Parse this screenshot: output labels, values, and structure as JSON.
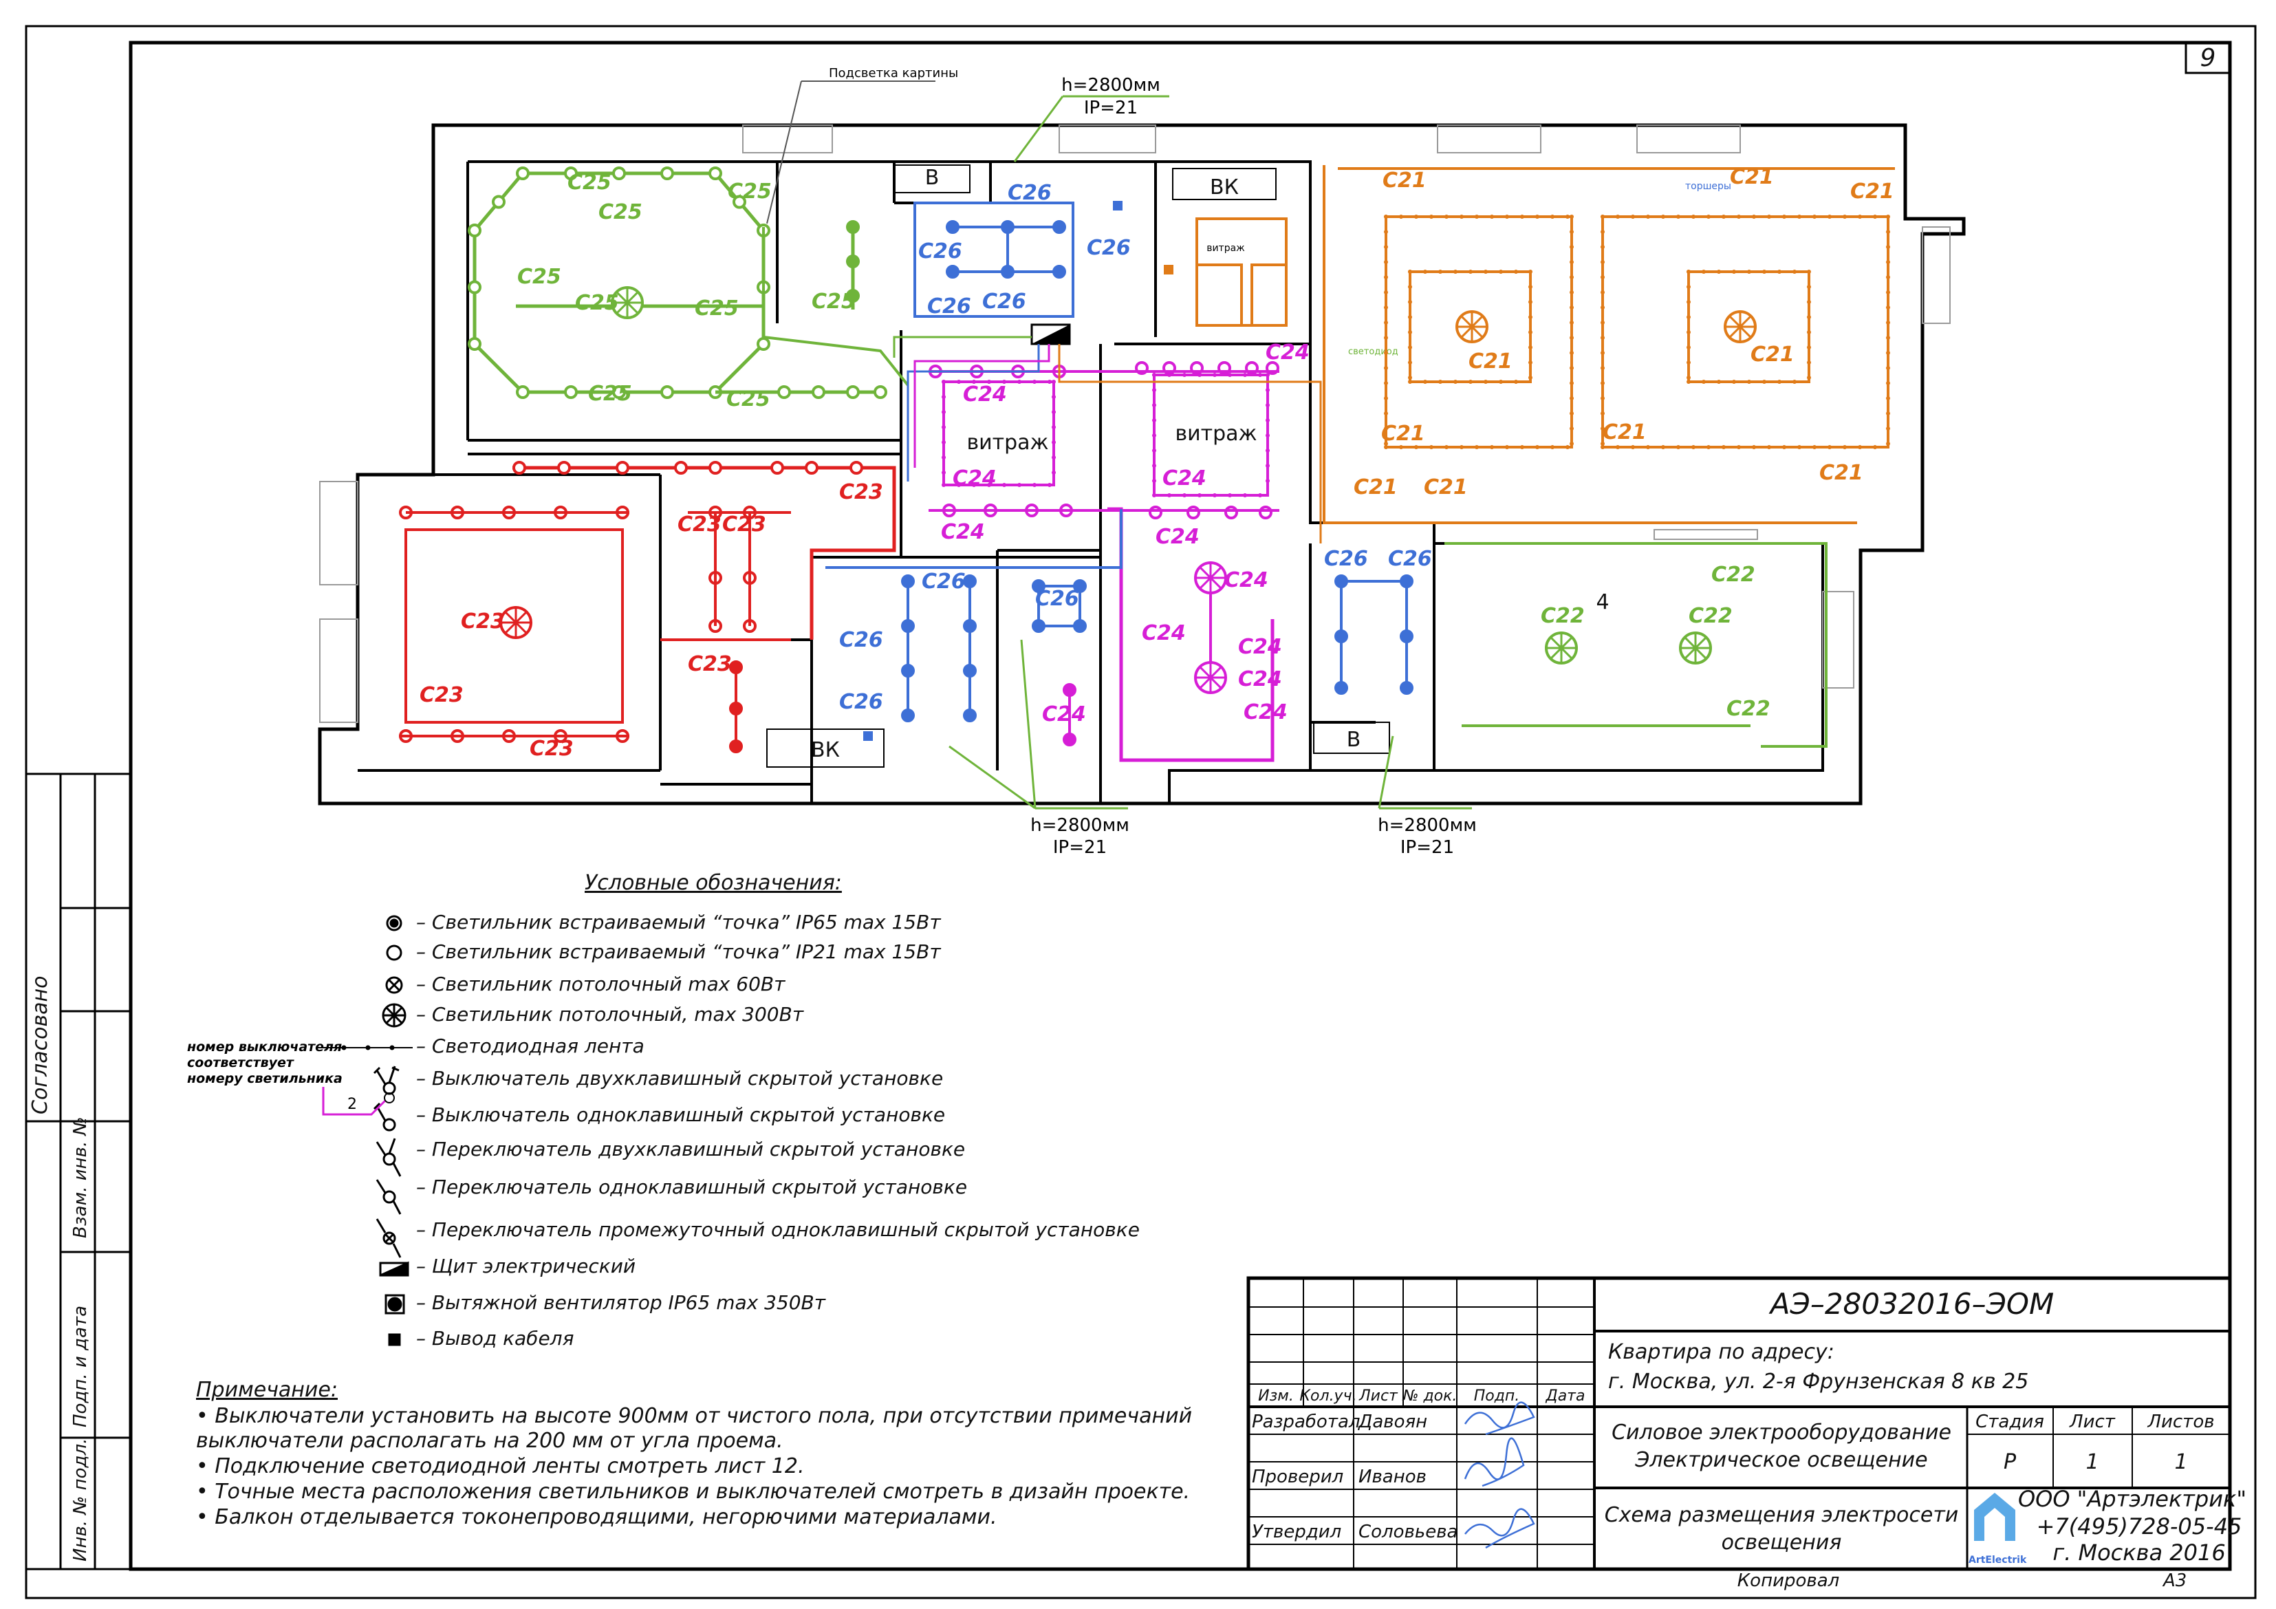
{
  "sheet": {
    "number": "9",
    "format": "А3",
    "copied": "Копировал"
  },
  "agreed_label": "Согласовано",
  "side_stamp": [
    "Взам. инв. №",
    "Подп. и дата",
    "Инв. № подл."
  ],
  "plan": {
    "callouts": [
      {
        "h": "h=2800мм",
        "ip": "IP=21"
      },
      {
        "h": "h=2800мм",
        "ip": "IP=21"
      },
      {
        "h": "h=2800мм",
        "ip": "IP=21"
      }
    ],
    "picture_light_label": "Подсветка картины",
    "rooms": {
      "v1": "В",
      "vk1": "ВК",
      "vk2": "ВК",
      "v2": "В",
      "vitrazh1": "витраж",
      "vitrazh2": "витраж",
      "vitrazh3": "витраж",
      "room4": "4",
      "torshery": "торшеры",
      "led": "светодиод"
    },
    "circuit_colors": {
      "c21": "#e07b18",
      "c22": "#6fb43a",
      "c23": "#e02020",
      "c24": "#d61ed6",
      "c25": "#6fb43a",
      "c26": "#3d6fd6"
    },
    "circuits": {
      "c21": "С21",
      "c22": "С22",
      "c23": "С23",
      "c24": "С24",
      "c25": "С25",
      "c26": "С26"
    },
    "panel_icon": "electrical-panel-icon"
  },
  "legend": {
    "title": "Условные обозначения:",
    "items": [
      {
        "icon": "recessed-spot-ip65-icon",
        "text": "– Светильник встраиваемый “точка” IP65 max 15Вт"
      },
      {
        "icon": "recessed-spot-ip21-icon",
        "text": "– Светильник встраиваемый “точка” IP21 max 15Вт"
      },
      {
        "icon": "ceiling-lamp-60w-icon",
        "text": "– Светильник потолочный max 60Вт"
      },
      {
        "icon": "ceiling-lamp-300w-icon",
        "text": "– Светильник потолочный, max 300Вт"
      },
      {
        "icon": "led-strip-icon",
        "text": "– Светодиодная лента"
      },
      {
        "icon": "switch-double-icon",
        "text": "– Выключатель двухклавишный  скрытой установке"
      },
      {
        "icon": "switch-single-icon",
        "text": "– Выключатель одноклавишный  скрытой установке"
      },
      {
        "icon": "changeover-double-icon",
        "text": "– Переключатель двухклавишный  скрытой установке"
      },
      {
        "icon": "changeover-single-icon",
        "text": "– Переключатель одноклавишный  скрытой установке"
      },
      {
        "icon": "intermediate-switch-icon",
        "text": "– Переключатель промежуточный одноклавишный скрытой установке"
      },
      {
        "icon": "electrical-panel-icon",
        "text": "– Щит электрический"
      },
      {
        "icon": "exhaust-fan-icon",
        "text": "– Вытяжной вентилятор IP65 max 350Вт"
      },
      {
        "icon": "cable-outlet-icon",
        "text": "– Вывод кабеля"
      }
    ],
    "switch_note": [
      "номер выключателя",
      "соответствует",
      "номеру светильника"
    ],
    "switch_note_number": "2"
  },
  "notes": {
    "title": "Примечание:",
    "lines": [
      "• Выключатели установить на высоте 900мм от чистого пола, при отсутствии примечаний",
      "  выключатели располагать на 200 мм от угла проема.",
      "• Подключение светодиодной ленты смотреть лист 12.",
      "• Точные места расположения светильников и выключателей смотреть в дизайн проекте.",
      "• Балкон отделывается токонепроводящими, негорючими материалами."
    ]
  },
  "title_block": {
    "code": "АЭ–28032016–ЭОМ",
    "address_1": "Квартира по адресу:",
    "address_2": "г. Москва, ул. 2-я Фрунзенская 8 кв 25",
    "section_1": "Силовое электрооборудование",
    "section_2": "Электрическое освещение",
    "sheet_title_1": "Схема размещения электросети",
    "sheet_title_2": "освещения",
    "header_cols": [
      "Изм.",
      "Кол.уч.",
      "Лист",
      "№ док.",
      "Подп.",
      "Дата"
    ],
    "roles": [
      {
        "role": "Разработал",
        "name": "Давоян"
      },
      {
        "role": "Проверил",
        "name": "Иванов"
      },
      {
        "role": "Утвердил",
        "name": "Соловьева"
      }
    ],
    "stage_h": "Стадия",
    "sheet_h": "Лист",
    "sheets_h": "Листов",
    "stage": "Р",
    "sheet": "1",
    "sheets": "1",
    "company": "ООО \"Артэлектрик\"",
    "phone": "+7(495)728-05-45",
    "city_year": "г. Москва 2016",
    "logo_text": "ArtElectrik"
  }
}
